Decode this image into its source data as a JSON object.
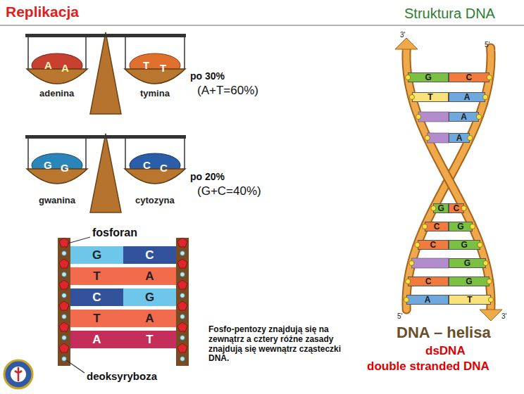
{
  "diagram": {
    "title": "Replikacja",
    "nodes": [
      {
        "text": [
          "G"
        ]
      },
      {
        "text": [
          "C"
        ]
      },
      {
        "text": [
          "T"
        ]
      },
      {
        "text": [
          "A"
        ]
      },
      {
        "text": [
          "C"
        ]
      },
      {
        "text": [
          "G"
        ]
      },
      {
        "text": [
          "T"
        ]
      },
      {
        "text": [
          "A"
        ]
      },
      {
        "text": [
          "A"
        ]
      },
      {
        "text": [
          "T"
        ]
      },
      {
        "text": [
          "G"
        ]
      },
      {
        "text": [
          "C"
        ]
      },
      {
        "text": [
          "T"
        ]
      },
      {
        "text": [
          "A"
        ]
      },
      {
        "text": [
          "A"
        ]
      },
      {
        "text": [
          "A"
        ]
      },
      {
        "text": [
          "G"
        ]
      },
      {
        "text": [
          "C"
        ]
      },
      {
        "text": [
          "C"
        ]
      },
      {
        "text": [
          "G"
        ]
      },
      {
        "text": [
          "C"
        ]
      },
      {
        "text": [
          "G"
        ]
      },
      {
        "text": [
          "G"
        ]
      },
      {
        "text": [
          "C"
        ]
      },
      {
        "text": [
          "G"
        ]
      },
      {
        "text": [
          "A"
        ]
      },
      {
        "text": [
          "T"
        ]
      }
    ],
    "labels": [
      "Struktura DNA",
      "A",
      "A",
      "T",
      "T",
      "adenina",
      "tymina",
      "po 30%",
      "(A+T=60%)",
      "G",
      "G",
      "C",
      "C",
      "gwanina",
      "cytozyna",
      "po 20%",
      "(G+C=40%)",
      "fosforan",
      "deoksyryboza",
      "Fosfo-pentozy znajdują się na zewnątrz a cztery różne zasady znajdują się wewnątrz cząsteczki DNA.",
      "3'",
      "5'",
      "5'",
      "3'",
      "DNA – helisa",
      "dsDNA",
      "double stranded DNA"
    ]
  }
}
